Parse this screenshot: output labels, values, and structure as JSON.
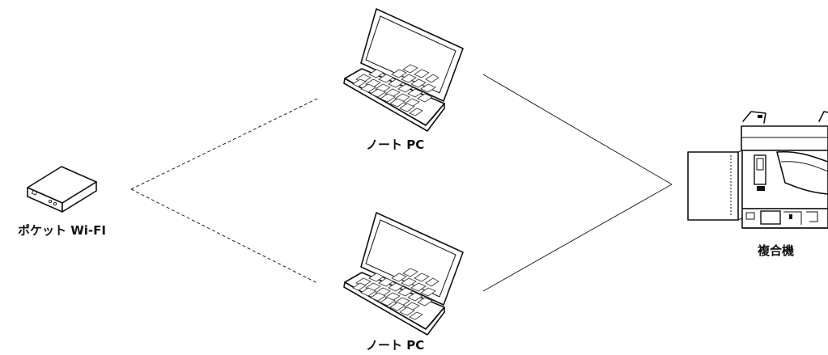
{
  "nodes": {
    "wifi": {
      "label": "ポケット Wi-FI"
    },
    "laptop_top": {
      "label": "ノート PC"
    },
    "laptop_bottom": {
      "label": "ノート PC"
    },
    "mfp": {
      "label": "複合機"
    }
  },
  "connections": [
    {
      "from": "wifi",
      "to": "laptop_top",
      "style": "dashed"
    },
    {
      "from": "wifi",
      "to": "laptop_bottom",
      "style": "dashed"
    },
    {
      "from": "laptop_top",
      "to": "mfp",
      "style": "solid"
    },
    {
      "from": "laptop_bottom",
      "to": "mfp",
      "style": "solid"
    }
  ],
  "colors": {
    "line": "#111111",
    "background": "#ffffff"
  }
}
